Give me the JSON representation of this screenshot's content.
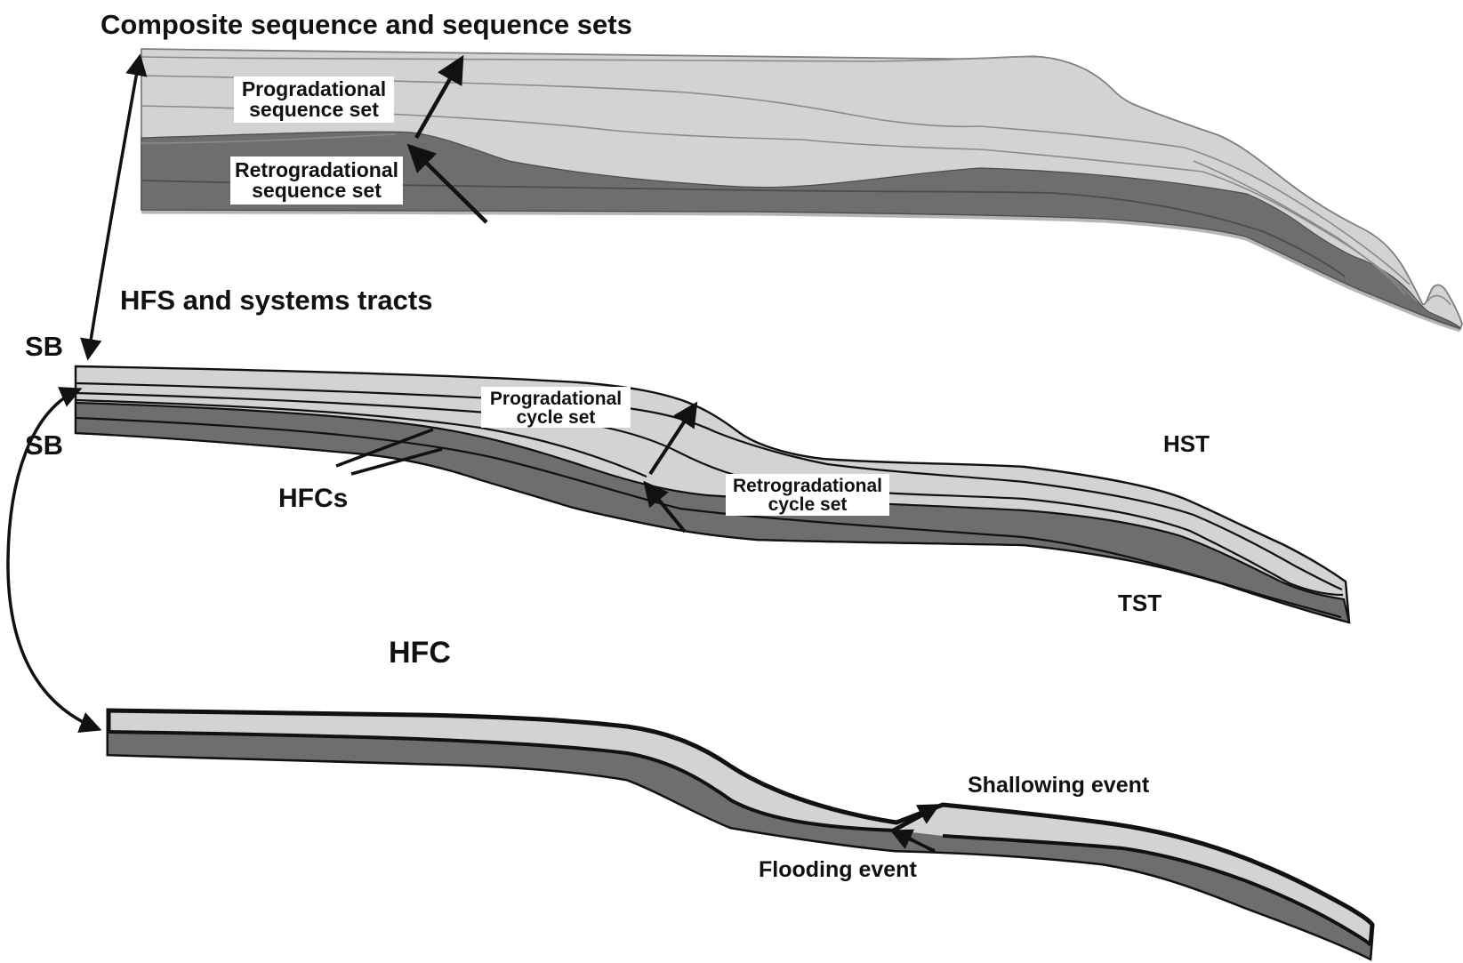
{
  "panels": {
    "composite": {
      "title": "Composite sequence and sequence sets",
      "prograde": [
        "Progradational",
        "sequence set"
      ],
      "retrograde": [
        "Retrogradational",
        "sequence set"
      ]
    },
    "hfs": {
      "title": "HFS and systems tracts",
      "sb_upper": "SB",
      "sb_lower": "SB",
      "hfcs": "HFCs",
      "prograde": [
        "Progradational",
        "cycle set"
      ],
      "retrograde": [
        "Retrogradational",
        "cycle set"
      ],
      "hst": "HST",
      "tst": "TST"
    },
    "hfc": {
      "title": "HFC",
      "shallowing": "Shallowing event",
      "flooding": "Flooding event"
    }
  },
  "colors": {
    "light_gray": "#d3d3d3",
    "dark_gray": "#6e6e6e",
    "fringe_gray": "#b5b5b5",
    "clinoform_gray": "#8a8a8a",
    "outline_gray": "#7f7f7f",
    "dark_line": "#4c4c4c",
    "ink_black": "#111111",
    "label_bg": "#ffffff"
  }
}
